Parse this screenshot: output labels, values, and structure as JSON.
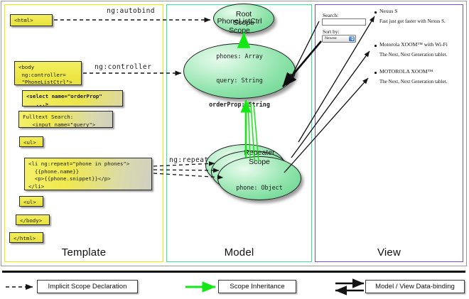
{
  "panels": [
    {
      "id": "template",
      "label": "Template",
      "border_color": "#ece800"
    },
    {
      "id": "model",
      "label": "Model",
      "border_color": "#35e69b"
    },
    {
      "id": "view",
      "label": "View",
      "border_color": "#6f4fe0"
    }
  ],
  "template": {
    "boxes": [
      {
        "name": "html-open",
        "text": "<html>"
      },
      {
        "name": "body-open",
        "text": "<body\n ng:controller=\n \"PhoneListCtrl\">"
      },
      {
        "name": "select-order-prop",
        "text": "<select name=\"orderProp\"\n   ...>"
      },
      {
        "name": "fulltext-search",
        "text": "Fulltext Search:\n   <input name=\"query\">"
      },
      {
        "name": "ul-open",
        "text": "<ul>"
      },
      {
        "name": "li-repeat",
        "text": "<li ng:repeat=\"phone in phones\">\n  {{phone.name}}\n  <p>{{phone.snippet}}</p>\n</li>"
      },
      {
        "name": "ul-close",
        "text": "<ul>"
      },
      {
        "name": "body-close",
        "text": "</body>"
      },
      {
        "name": "html-close",
        "text": "</html>"
      }
    ]
  },
  "connectors": [
    {
      "name": "ng-autobind",
      "label": "ng:autobind"
    },
    {
      "name": "ng-controller",
      "label": "ng:controller"
    },
    {
      "name": "ng-repeat",
      "label": "ng:repeat"
    }
  ],
  "model": {
    "scopes": [
      {
        "name": "root-scope",
        "title_line1": "Root",
        "title_line2": "Scope",
        "props": ""
      },
      {
        "name": "phone-list-ctrl-scope",
        "title_line1": "PhoneListCtrl",
        "title_line2": "Scope",
        "prop1": "phones: Array",
        "prop2": "query: String",
        "prop3": "orderProp: String"
      },
      {
        "name": "repeater-scope",
        "title_line1": "Repeater",
        "title_line2": "Scope",
        "prop1": "phone: Object"
      }
    ]
  },
  "view": {
    "search_label": "Search:",
    "search_value": "",
    "sort_label": "Sort by:",
    "sort_selected": "Newest",
    "phones": [
      {
        "name": "Nexus S",
        "snippet": "Fast just got faster with Nexus S."
      },
      {
        "name": "Motorola XOOM™ with Wi-Fi",
        "snippet": "The Next, Next Generation tablet."
      },
      {
        "name": "MOTOROLA XOOM™",
        "snippet": "The Next, Next Generation tablet."
      }
    ]
  },
  "legend": [
    {
      "name": "implicit-scope-declaration",
      "label": "Implicit Scope Declaration",
      "style": "dashed-black"
    },
    {
      "name": "scope-inheritance",
      "label": "Scope Inheritance",
      "style": "solid-green"
    },
    {
      "name": "model-view-data-binding",
      "label": "Model / View Data-binding",
      "style": "double-black"
    }
  ]
}
